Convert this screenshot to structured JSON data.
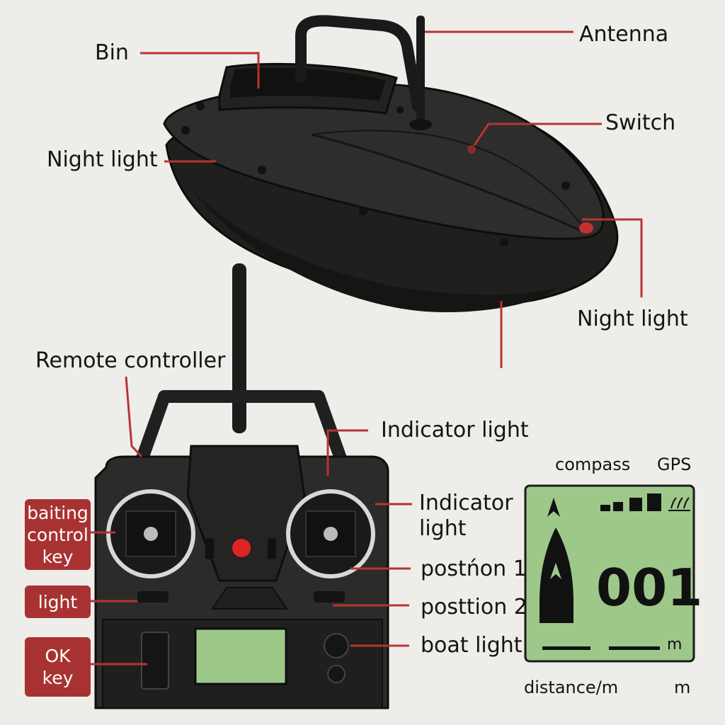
{
  "labels": {
    "bin": "Bin",
    "antenna": "Antenna",
    "switch": "Switch",
    "night_light_top": "Night light",
    "night_light_right": "Night light",
    "remote_controller": "Remote controller",
    "indicator_light_1": "Indicator light",
    "indicator_light_2_line1": "Indicator",
    "indicator_light_2_line2": "light",
    "position_1": "postńon 1",
    "position_2": "posttion 2",
    "boat_light": "boat light",
    "compass": "compass",
    "gps": "GPS",
    "distance": "distance/m",
    "distance_unit": "m"
  },
  "tags": {
    "baiting_line1": "baiting",
    "baiting_line2": "control",
    "baiting_line3": "key",
    "light": "light",
    "ok_line1": "OK",
    "ok_line2": "key"
  },
  "display": {
    "distance_value": "001",
    "unit": "m",
    "signal_bars": 4
  },
  "colors": {
    "leader": "#b83434",
    "tag_bg": "#a83232",
    "boat_body": "#2a2a28",
    "lcd_green": "#9dc88a",
    "indicator_red": "#e02424"
  }
}
